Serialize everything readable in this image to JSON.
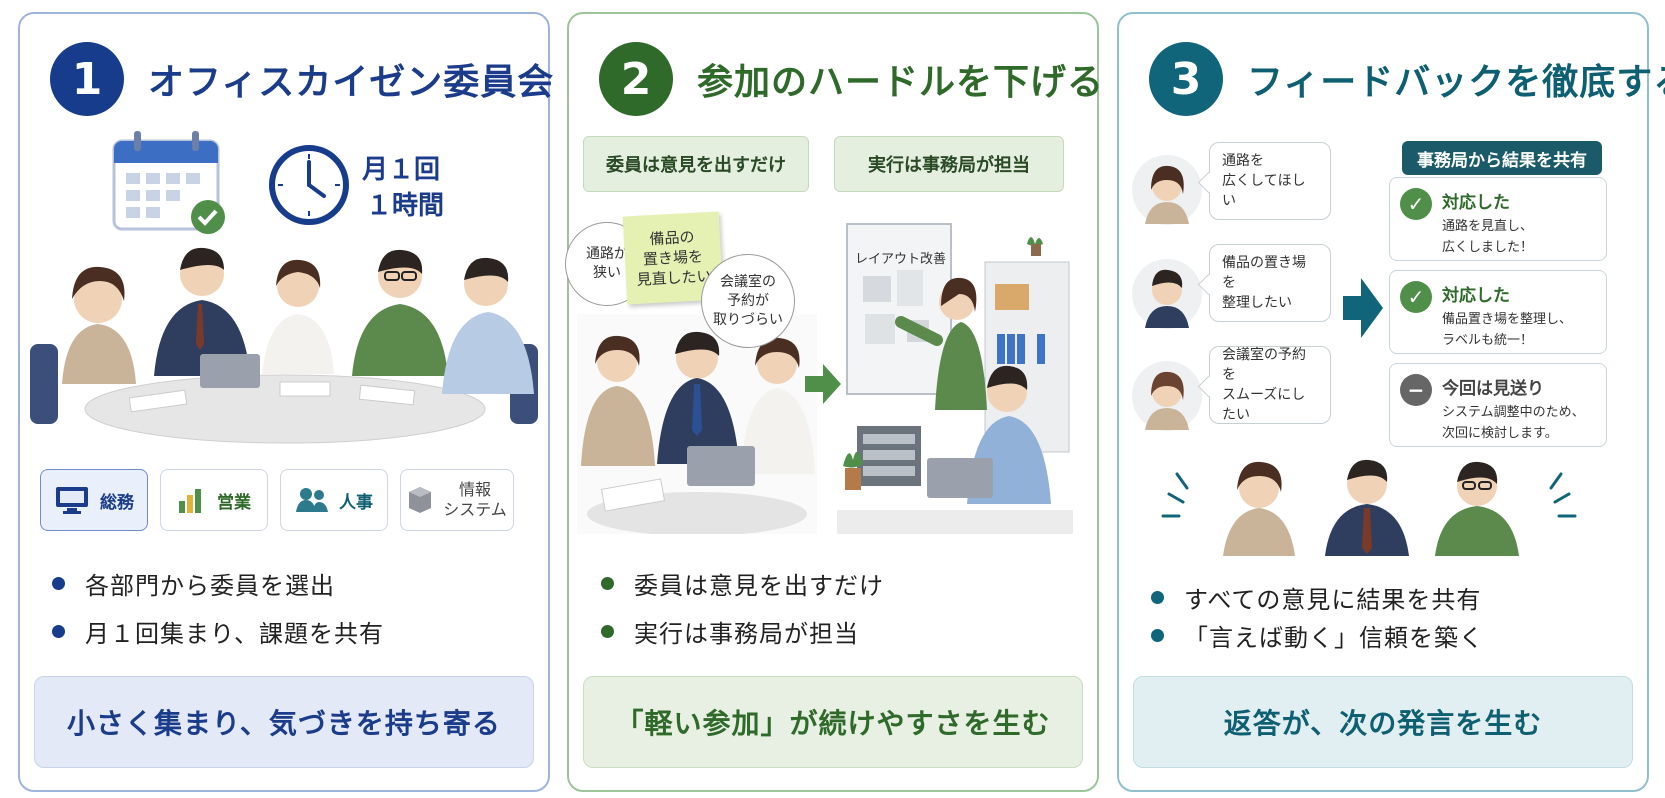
{
  "panels": [
    {
      "num": "1",
      "title": "オフィスカイゼン委員会",
      "freq_line1": "月１回",
      "freq_line2": "１時間",
      "depts": [
        "総務",
        "営業",
        "人事",
        "情報",
        "システム"
      ],
      "bullets": [
        "各部門から委員を選出",
        "月１回集まり、課題を共有"
      ],
      "footer": "小さく集まり、気づきを持ち寄る"
    },
    {
      "num": "2",
      "title": "参加のハードルを下げる",
      "tag_left": "委員は意見を出すだけ",
      "tag_right": "実行は事務局が担当",
      "bubble1_l1": "通路が",
      "bubble1_l2": "狭い",
      "note_l1": "備品の",
      "note_l2": "置き場を",
      "note_l3": "見直したい",
      "bubble2_l1": "会議室の",
      "bubble2_l2": "予約が",
      "bubble2_l3": "取りづらい",
      "board_label": "レイアウト改善",
      "bullets": [
        "委員は意見を出すだけ",
        "実行は事務局が担当"
      ],
      "footer": "「軽い参加」が続けやすさを生む"
    },
    {
      "num": "3",
      "title": "フィードバックを徹底する",
      "speech": [
        {
          "l1": "通路を",
          "l2": "広くしてほしい"
        },
        {
          "l1": "備品の置き場を",
          "l2": "整理したい"
        },
        {
          "l1": "会議室の予約を",
          "l2": "スムーズにしたい"
        }
      ],
      "result_title": "事務局から結果を共有",
      "results": [
        {
          "head": "対応した",
          "l1": "通路を見直し、",
          "l2": "広くしました！"
        },
        {
          "head": "対応した",
          "l1": "備品置き場を整理し、",
          "l2": "ラベルも統一！"
        },
        {
          "head": "今回は見送り",
          "l1": "システム調整中のため、",
          "l2": "次回に検討します。"
        }
      ],
      "bullets": [
        "すべての意見に結果を共有",
        "「言えば動く」信頼を築く"
      ],
      "footer": "返答が、次の発言を生む"
    }
  ],
  "colors": {
    "navy": "#173c8c",
    "green": "#2f6a2a",
    "teal": "#11657a",
    "ok": "#4f8f4a",
    "skip": "#666666"
  },
  "icons": [
    "calendar-icon",
    "clock-icon",
    "computer-icon",
    "bar-chart-icon",
    "people-icon",
    "server-icon",
    "check-icon",
    "minus-icon",
    "arrow-right-icon"
  ]
}
